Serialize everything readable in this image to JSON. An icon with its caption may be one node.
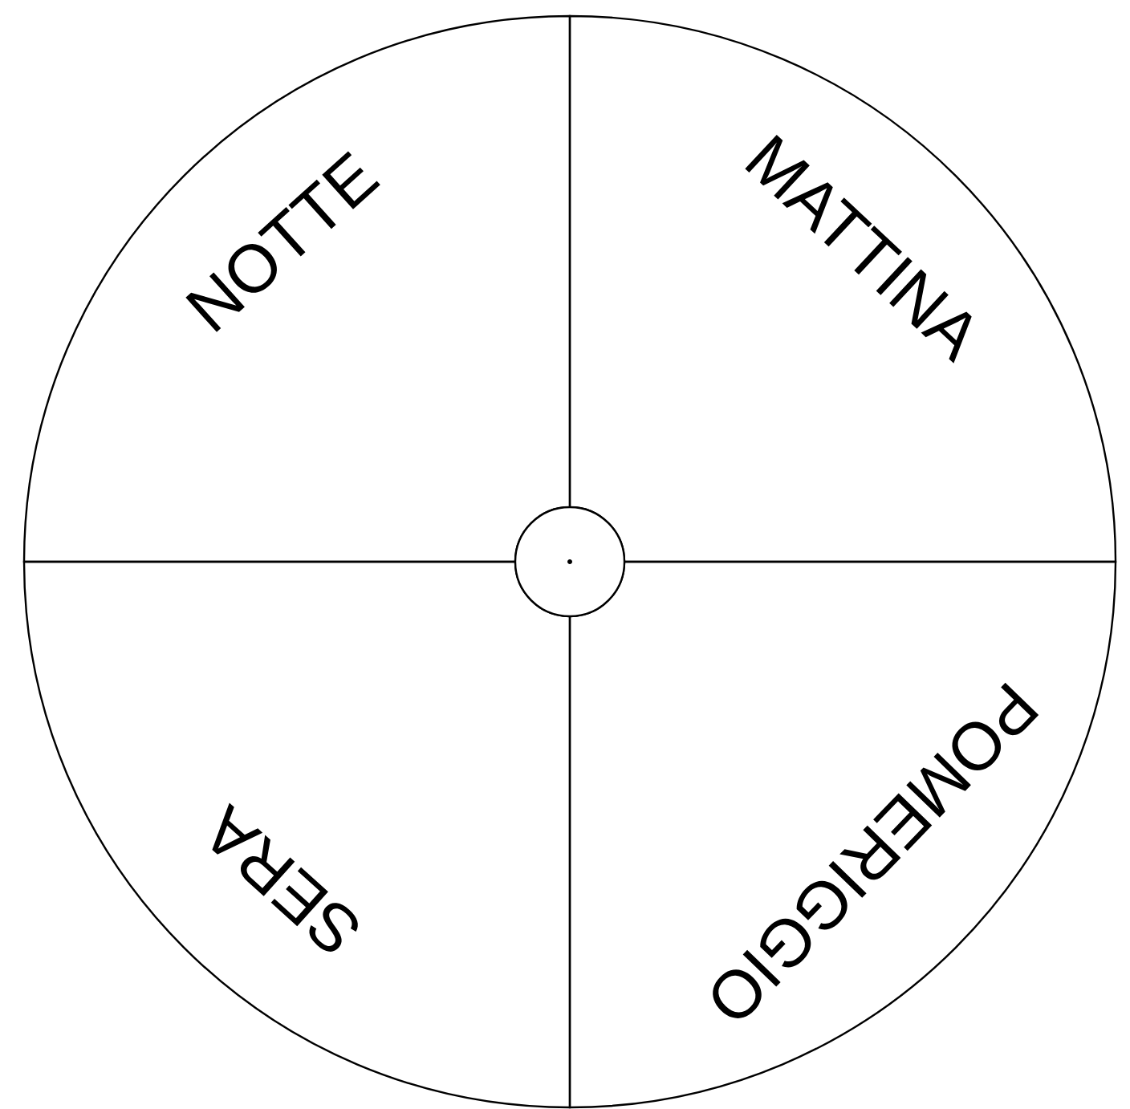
{
  "diagram": {
    "nodes": [
      {
        "text": [
          "NOTTE"
        ]
      },
      {
        "text": [
          "MATTINA"
        ]
      },
      {
        "text": [
          "SERA"
        ]
      },
      {
        "text": [
          "POMERIGGIO"
        ]
      },
      {
        "text": [],
        "shape": "circle"
      }
    ]
  }
}
